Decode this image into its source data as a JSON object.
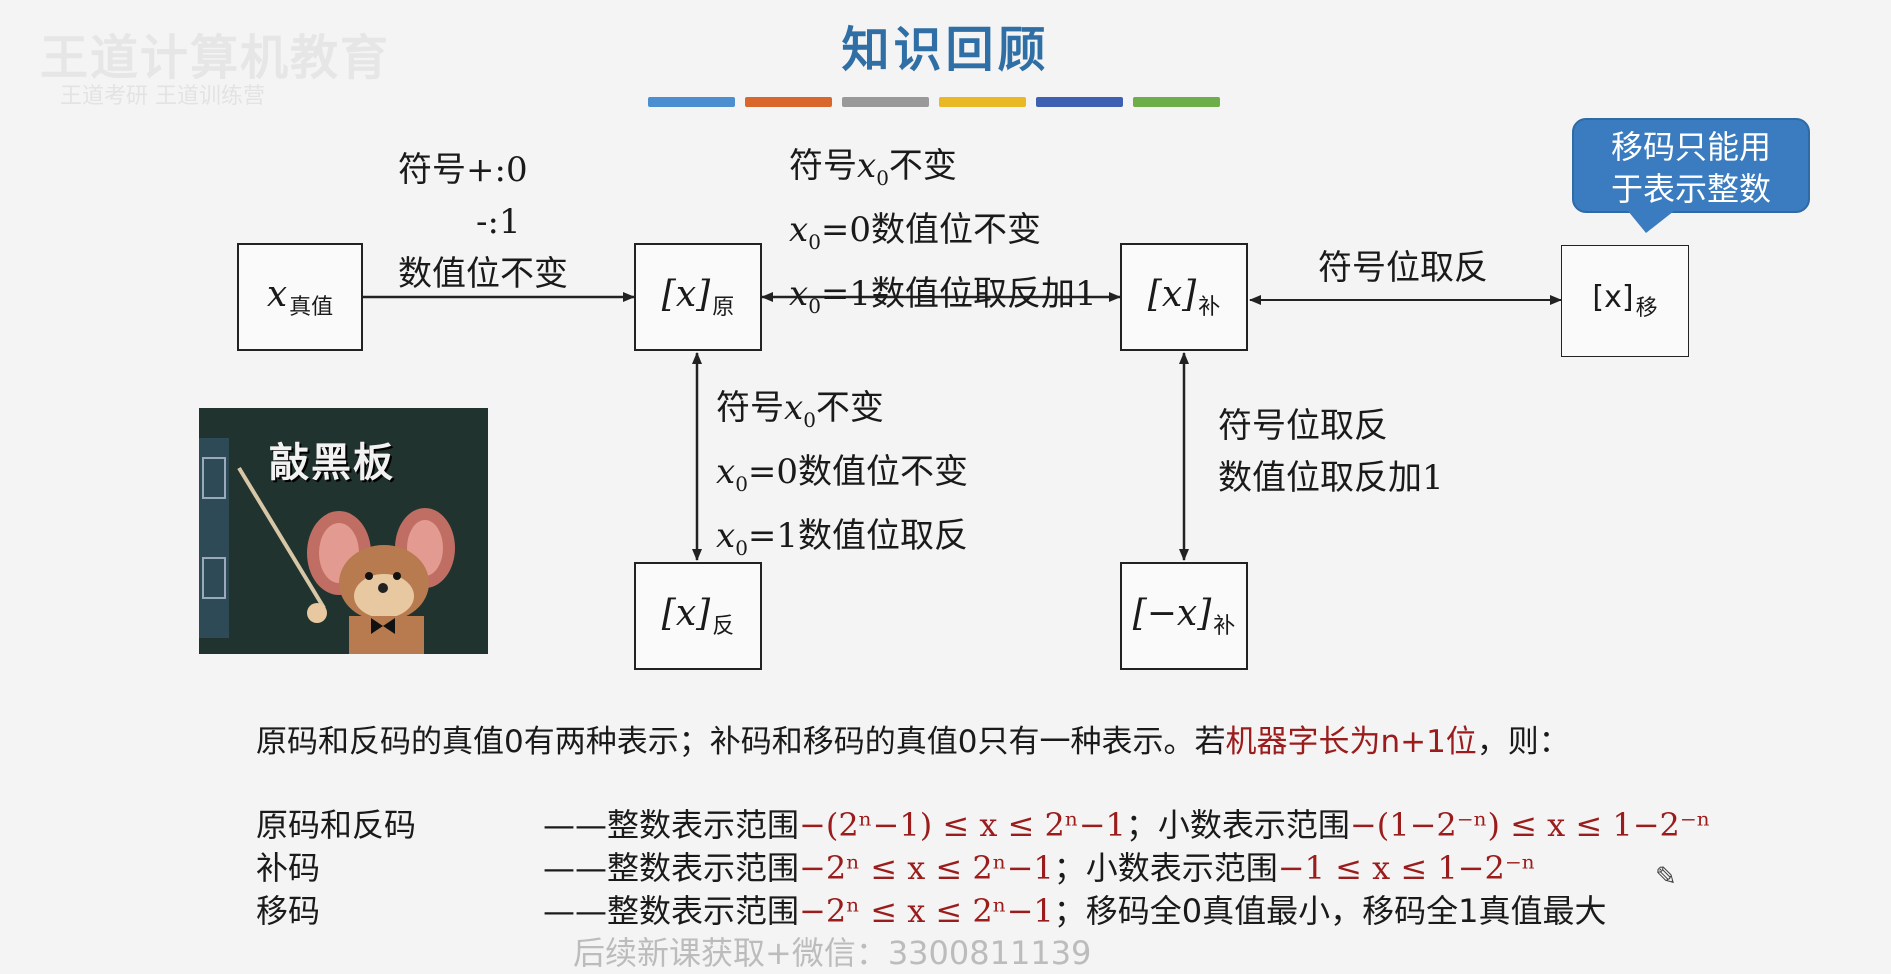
{
  "watermark": {
    "line1": "王道计算机教育",
    "line2": "王道考研 王道训练营"
  },
  "title": "知识回顾",
  "bar_colors": [
    "#4b8fd0",
    "#d9662a",
    "#999999",
    "#e9b824",
    "#3f5fb3",
    "#6dae4a"
  ],
  "boxes": {
    "true_value": {
      "main": "x",
      "sub": "真值"
    },
    "yuan": {
      "main": "[x]",
      "sub": "原"
    },
    "bu": {
      "main": "[x]",
      "sub": "补"
    },
    "yi": {
      "main": "[x]",
      "sub": "移"
    },
    "fan": {
      "main": "[x]",
      "sub": "反"
    },
    "negbu": {
      "main": "[−x]",
      "sub": "补"
    }
  },
  "notes": {
    "true_to_yuan": {
      "l1": "符号+:0",
      "l2": "-:1",
      "l3": "数值位不变"
    },
    "yuan_bu": {
      "l1a": "符号",
      "l1b": "x",
      "l1c": "0",
      "l1d": "不变",
      "l2a": "x",
      "l2b": "0",
      "l2c": "=0数值位不变",
      "l3a": "x",
      "l3b": "0",
      "l3c": "=1数值位取反加1"
    },
    "bu_yi": "符号位取反",
    "yuan_fan": {
      "l1a": "符号",
      "l1b": "x",
      "l1c": "0",
      "l1d": "不变",
      "l2a": "x",
      "l2b": "0",
      "l2c": "=0数值位不变",
      "l3a": "x",
      "l3b": "0",
      "l3c": "=1数值位取反"
    },
    "bu_negbu": {
      "l1": "符号位取反",
      "l2": "数值位取反加1"
    }
  },
  "bubble": {
    "l1": "移码只能用",
    "l2": "于表示整数"
  },
  "cartoon_text": "敲黑板",
  "summary": {
    "prefix": "原码和反码的真值0有两种表示；补码和移码的真值0只有一种表示。若",
    "highlight": "机器字长为n+1位",
    "suffix": "，则："
  },
  "rows": [
    {
      "name": "原码和反码",
      "dash": "——整数表示范围",
      "r1": "−(2ⁿ−1) ≤ x ≤ 2ⁿ−1",
      "mid": "；小数表示范围",
      "r2": "−(1−2⁻ⁿ) ≤ x ≤ 1−2⁻ⁿ",
      "tail": ""
    },
    {
      "name": "补码",
      "dash": "——整数表示范围",
      "r1": "−2ⁿ ≤ x ≤ 2ⁿ−1",
      "mid": "；小数表示范围",
      "r2": "−1 ≤ x ≤ 1−2⁻ⁿ",
      "tail": ""
    },
    {
      "name": "移码",
      "dash": "——整数表示范围",
      "r1": "−2ⁿ ≤ x ≤ 2ⁿ−1",
      "mid": "；移码全0真值最小，移码全1真值最大",
      "r2": "",
      "tail": ""
    }
  ],
  "footer": "后续新课获取+微信：3300811139"
}
